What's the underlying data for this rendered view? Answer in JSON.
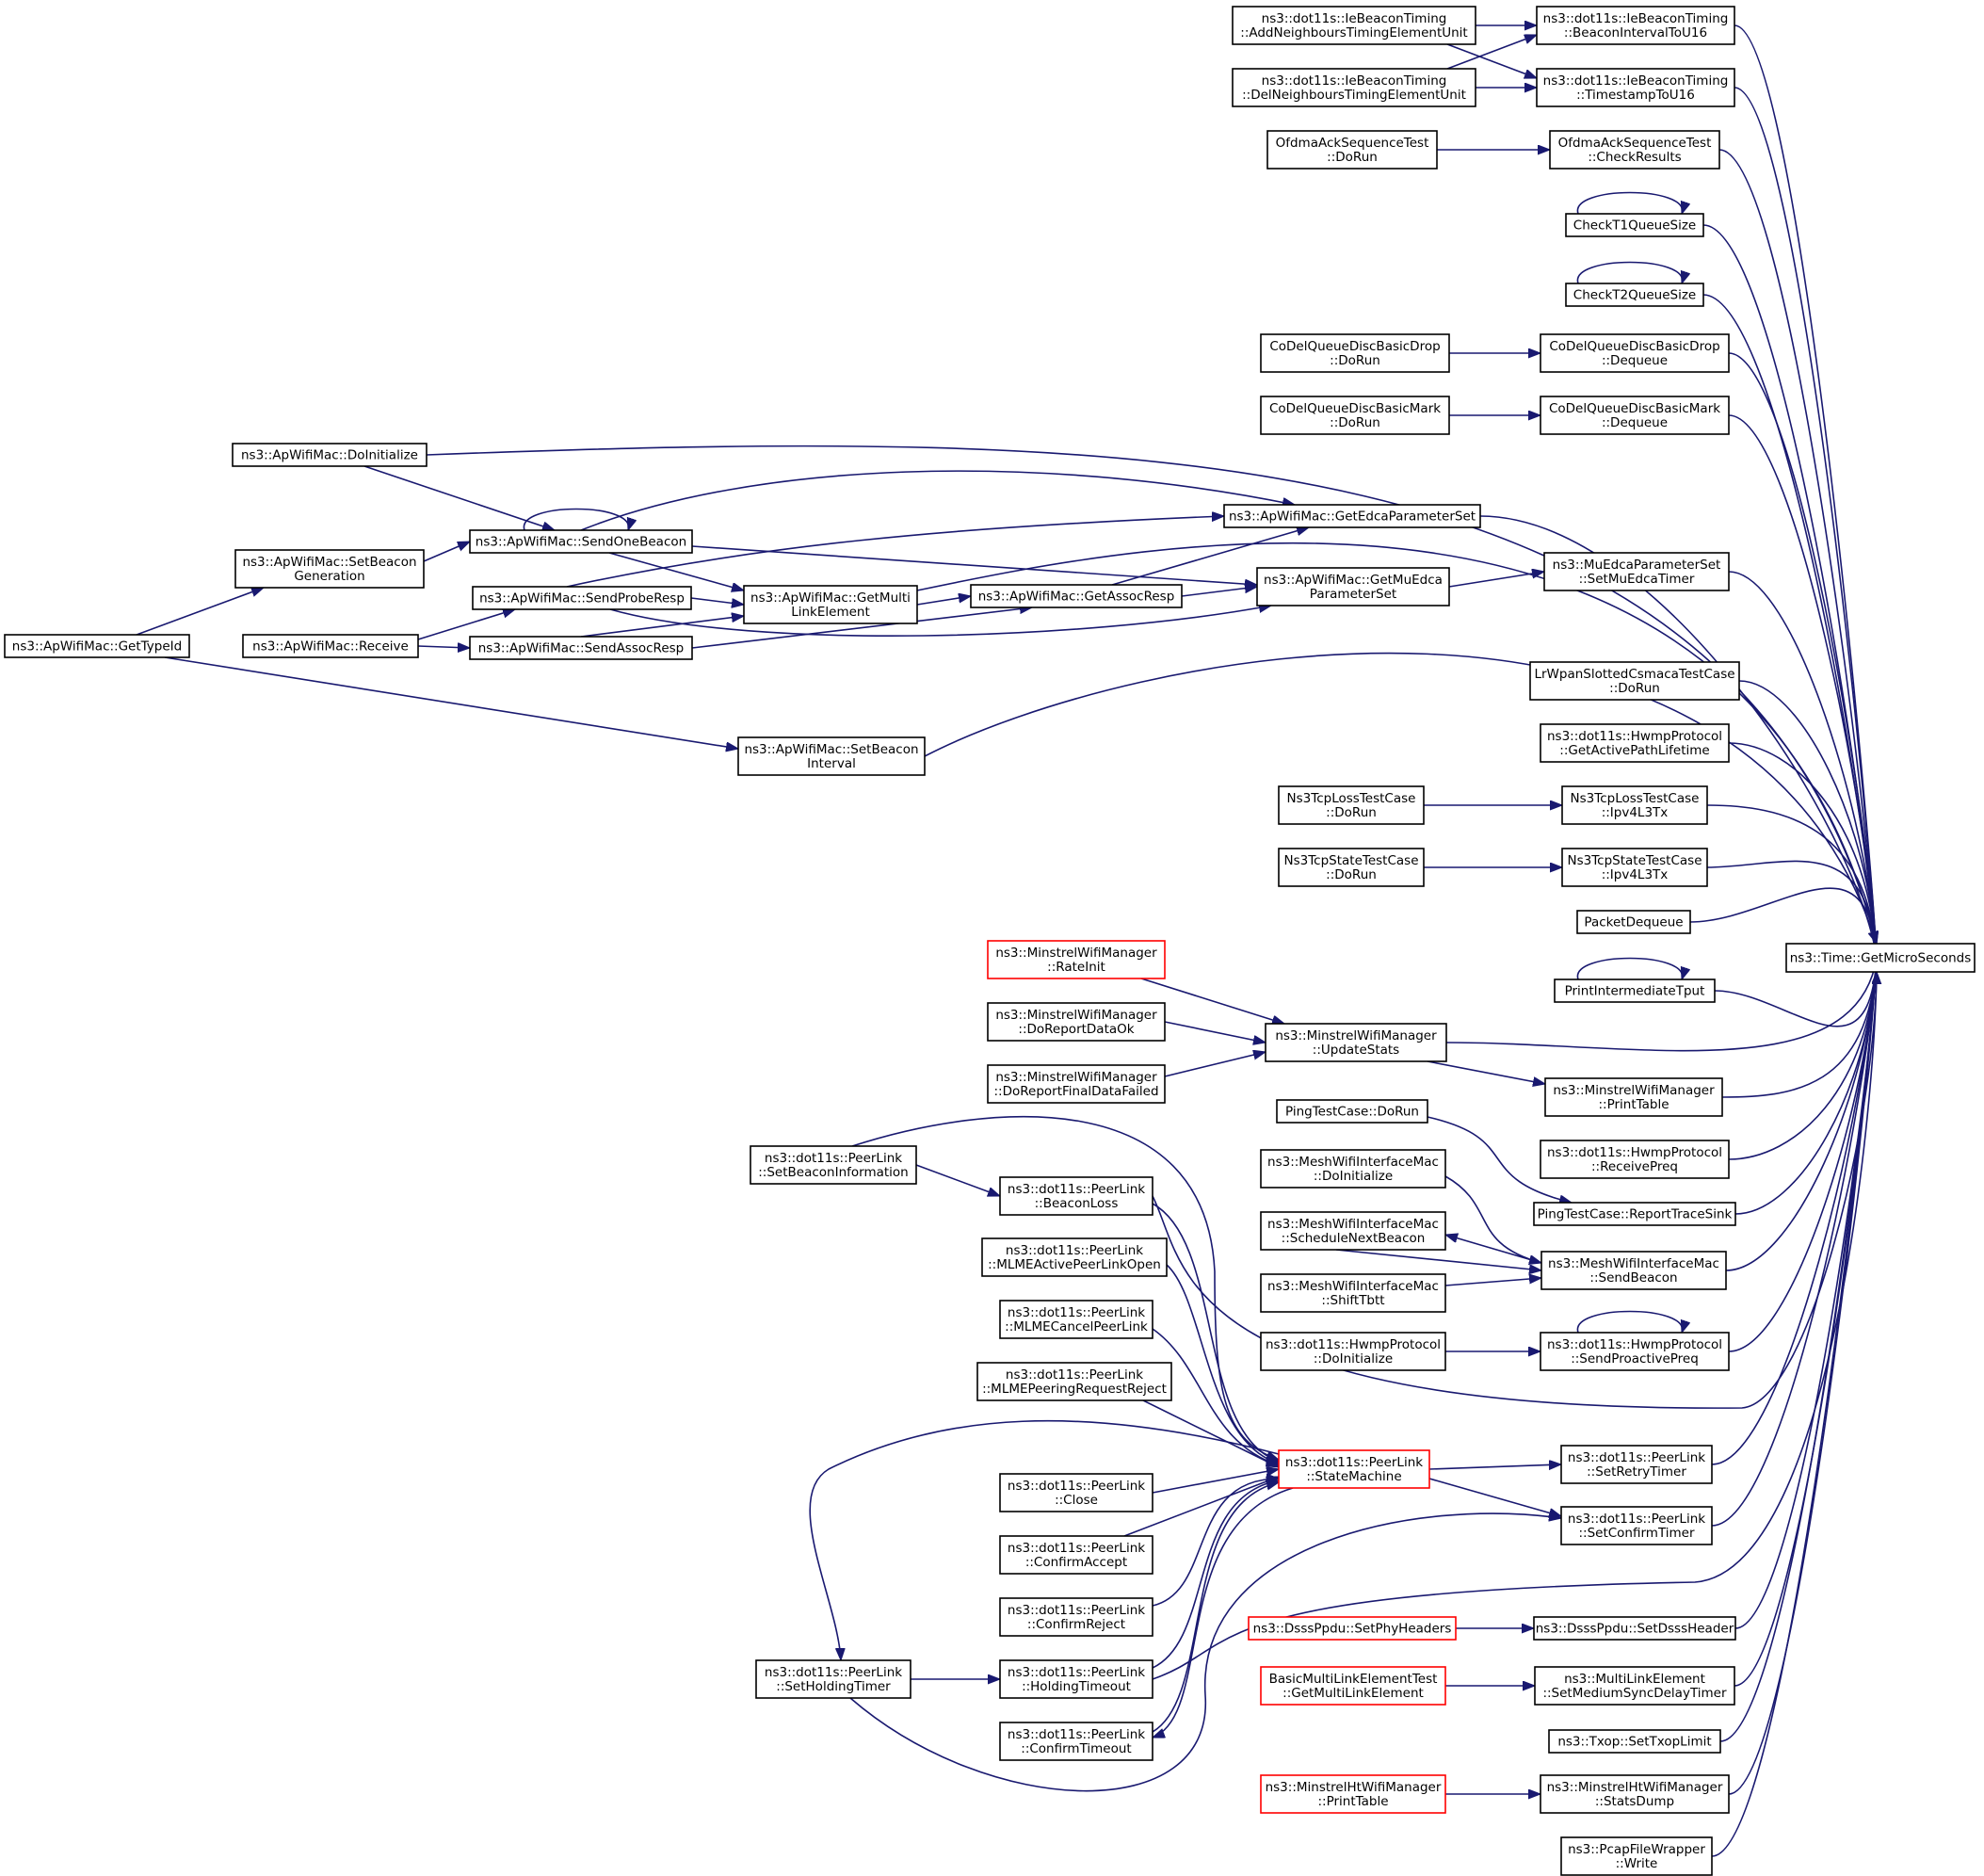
{
  "colors": {
    "edge": "#191970",
    "border": "#000000",
    "highlight_border": "#ff0000",
    "root_fill": "#bfbfbf",
    "background": "#ffffff"
  },
  "nodes": [
    {
      "id": "root",
      "lines": [
        "ns3::Time::GetMicroSeconds"
      ],
      "style": "root"
    },
    {
      "id": "beaconIntervalToU16",
      "lines": [
        "ns3::dot11s::IeBeaconTiming",
        "::BeaconIntervalToU16"
      ]
    },
    {
      "id": "timestampToU16",
      "lines": [
        "ns3::dot11s::IeBeaconTiming",
        "::TimestampToU16"
      ]
    },
    {
      "id": "addNeighbours",
      "lines": [
        "ns3::dot11s::IeBeaconTiming",
        "::AddNeighboursTimingElementUnit"
      ]
    },
    {
      "id": "delNeighbours",
      "lines": [
        "ns3::dot11s::IeBeaconTiming",
        "::DelNeighboursTimingElementUnit"
      ]
    },
    {
      "id": "ofdmaCheck",
      "lines": [
        "OfdmaAckSequenceTest",
        "::CheckResults"
      ]
    },
    {
      "id": "ofdmaDoRun",
      "lines": [
        "OfdmaAckSequenceTest",
        "::DoRun"
      ]
    },
    {
      "id": "checkT1",
      "lines": [
        "CheckT1QueueSize"
      ]
    },
    {
      "id": "checkT2",
      "lines": [
        "CheckT2QueueSize"
      ]
    },
    {
      "id": "codelDropDeq",
      "lines": [
        "CoDelQueueDiscBasicDrop",
        "::Dequeue"
      ]
    },
    {
      "id": "codelDropRun",
      "lines": [
        "CoDelQueueDiscBasicDrop",
        "::DoRun"
      ]
    },
    {
      "id": "codelMarkDeq",
      "lines": [
        "CoDelQueueDiscBasicMark",
        "::Dequeue"
      ]
    },
    {
      "id": "codelMarkRun",
      "lines": [
        "CoDelQueueDiscBasicMark",
        "::DoRun"
      ]
    },
    {
      "id": "apDoInit",
      "lines": [
        "ns3::ApWifiMac::DoInitialize"
      ]
    },
    {
      "id": "getEdca",
      "lines": [
        "ns3::ApWifiMac::GetEdcaParameterSet"
      ]
    },
    {
      "id": "sendOneBeacon",
      "lines": [
        "ns3::ApWifiMac::SendOneBeacon"
      ]
    },
    {
      "id": "setBeaconGen",
      "lines": [
        "ns3::ApWifiMac::SetBeacon",
        "Generation"
      ]
    },
    {
      "id": "getMuEdca",
      "lines": [
        "ns3::ApWifiMac::GetMuEdca",
        "ParameterSet"
      ]
    },
    {
      "id": "setMuEdcaTimer",
      "lines": [
        "ns3::MuEdcaParameterSet",
        "::SetMuEdcaTimer"
      ]
    },
    {
      "id": "sendProbeResp",
      "lines": [
        "ns3::ApWifiMac::SendProbeResp"
      ]
    },
    {
      "id": "getMultiLink",
      "lines": [
        "ns3::ApWifiMac::GetMulti",
        "LinkElement"
      ]
    },
    {
      "id": "getAssocResp",
      "lines": [
        "ns3::ApWifiMac::GetAssocResp"
      ]
    },
    {
      "id": "getTypeId",
      "lines": [
        "ns3::ApWifiMac::GetTypeId"
      ]
    },
    {
      "id": "receive",
      "lines": [
        "ns3::ApWifiMac::Receive"
      ]
    },
    {
      "id": "sendAssocResp",
      "lines": [
        "ns3::ApWifiMac::SendAssocResp"
      ]
    },
    {
      "id": "lrwpan",
      "lines": [
        "LrWpanSlottedCsmacaTestCase",
        "::DoRun"
      ]
    },
    {
      "id": "setBeaconInterval",
      "lines": [
        "ns3::ApWifiMac::SetBeacon",
        "Interval"
      ]
    },
    {
      "id": "hwmpActivePath",
      "lines": [
        "ns3::dot11s::HwmpProtocol",
        "::GetActivePathLifetime"
      ]
    },
    {
      "id": "tcpLossIpv4",
      "lines": [
        "Ns3TcpLossTestCase",
        "::Ipv4L3Tx"
      ]
    },
    {
      "id": "tcpLossRun",
      "lines": [
        "Ns3TcpLossTestCase",
        "::DoRun"
      ]
    },
    {
      "id": "tcpStateIpv4",
      "lines": [
        "Ns3TcpStateTestCase",
        "::Ipv4L3Tx"
      ]
    },
    {
      "id": "tcpStateRun",
      "lines": [
        "Ns3TcpStateTestCase",
        "::DoRun"
      ]
    },
    {
      "id": "packetDequeue",
      "lines": [
        "PacketDequeue"
      ]
    },
    {
      "id": "rateInit",
      "lines": [
        "ns3::MinstrelWifiManager",
        "::RateInit"
      ],
      "style": "highlight"
    },
    {
      "id": "printIntTput",
      "lines": [
        "PrintIntermediateTput"
      ]
    },
    {
      "id": "doReportDataOk",
      "lines": [
        "ns3::MinstrelWifiManager",
        "::DoReportDataOk"
      ]
    },
    {
      "id": "updateStats",
      "lines": [
        "ns3::MinstrelWifiManager",
        "::UpdateStats"
      ]
    },
    {
      "id": "doReportFinal",
      "lines": [
        "ns3::MinstrelWifiManager",
        "::DoReportFinalDataFailed"
      ]
    },
    {
      "id": "minstrelPrintTable",
      "lines": [
        "ns3::MinstrelWifiManager",
        "::PrintTable"
      ]
    },
    {
      "id": "pingDoRun",
      "lines": [
        "PingTestCase::DoRun"
      ]
    },
    {
      "id": "setBeaconInfo",
      "lines": [
        "ns3::dot11s::PeerLink",
        "::SetBeaconInformation"
      ]
    },
    {
      "id": "hwmpReceivePreq",
      "lines": [
        "ns3::dot11s::HwmpProtocol",
        "::ReceivePreq"
      ]
    },
    {
      "id": "meshDoInit",
      "lines": [
        "ns3::MeshWifiInterfaceMac",
        "::DoInitialize"
      ]
    },
    {
      "id": "beaconLoss",
      "lines": [
        "ns3::dot11s::PeerLink",
        "::BeaconLoss"
      ]
    },
    {
      "id": "pingReport",
      "lines": [
        "PingTestCase::ReportTraceSink"
      ]
    },
    {
      "id": "meshSchedule",
      "lines": [
        "ns3::MeshWifiInterfaceMac",
        "::ScheduleNextBeacon"
      ]
    },
    {
      "id": "mlmeOpen",
      "lines": [
        "ns3::dot11s::PeerLink",
        "::MLMEActivePeerLinkOpen"
      ]
    },
    {
      "id": "meshSendBeacon",
      "lines": [
        "ns3::MeshWifiInterfaceMac",
        "::SendBeacon"
      ]
    },
    {
      "id": "meshShift",
      "lines": [
        "ns3::MeshWifiInterfaceMac",
        "::ShiftTbtt"
      ]
    },
    {
      "id": "mlmeCancel",
      "lines": [
        "ns3::dot11s::PeerLink",
        "::MLMECancelPeerLink"
      ]
    },
    {
      "id": "hwmpDoInit",
      "lines": [
        "ns3::dot11s::HwmpProtocol",
        "::DoInitialize"
      ]
    },
    {
      "id": "hwmpSendProactive",
      "lines": [
        "ns3::dot11s::HwmpProtocol",
        "::SendProactivePreq"
      ]
    },
    {
      "id": "mlmeReject",
      "lines": [
        "ns3::dot11s::PeerLink",
        "::MLMEPeeringRequestReject"
      ]
    },
    {
      "id": "stateMachine",
      "lines": [
        "ns3::dot11s::PeerLink",
        "::StateMachine"
      ],
      "style": "highlight"
    },
    {
      "id": "setRetry",
      "lines": [
        "ns3::dot11s::PeerLink",
        "::SetRetryTimer"
      ]
    },
    {
      "id": "plClose",
      "lines": [
        "ns3::dot11s::PeerLink",
        "::Close"
      ]
    },
    {
      "id": "setConfirm",
      "lines": [
        "ns3::dot11s::PeerLink",
        "::SetConfirmTimer"
      ]
    },
    {
      "id": "confirmAccept",
      "lines": [
        "ns3::dot11s::PeerLink",
        "::ConfirmAccept"
      ]
    },
    {
      "id": "confirmReject",
      "lines": [
        "ns3::dot11s::PeerLink",
        "::ConfirmReject"
      ]
    },
    {
      "id": "dsssSetPhy",
      "lines": [
        "ns3::DsssPpdu::SetPhyHeaders"
      ],
      "style": "highlight"
    },
    {
      "id": "dsssSetHeader",
      "lines": [
        "ns3::DsssPpdu::SetDsssHeader"
      ]
    },
    {
      "id": "setHolding",
      "lines": [
        "ns3::dot11s::PeerLink",
        "::SetHoldingTimer"
      ]
    },
    {
      "id": "holdingTimeout",
      "lines": [
        "ns3::dot11s::PeerLink",
        "::HoldingTimeout"
      ]
    },
    {
      "id": "basicMle",
      "lines": [
        "BasicMultiLinkElementTest",
        "::GetMultiLinkElement"
      ],
      "style": "highlight"
    },
    {
      "id": "mleSetMedium",
      "lines": [
        "ns3::MultiLinkElement",
        "::SetMediumSyncDelayTimer"
      ]
    },
    {
      "id": "confirmTimeout",
      "lines": [
        "ns3::dot11s::PeerLink",
        "::ConfirmTimeout"
      ]
    },
    {
      "id": "txopLimit",
      "lines": [
        "ns3::Txop::SetTxopLimit"
      ]
    },
    {
      "id": "htPrintTable",
      "lines": [
        "ns3::MinstrelHtWifiManager",
        "::PrintTable"
      ],
      "style": "highlight"
    },
    {
      "id": "htStatsDump",
      "lines": [
        "ns3::MinstrelHtWifiManager",
        "::StatsDump"
      ]
    },
    {
      "id": "pcapWrite",
      "lines": [
        "ns3::PcapFileWrapper",
        "::Write"
      ]
    }
  ]
}
